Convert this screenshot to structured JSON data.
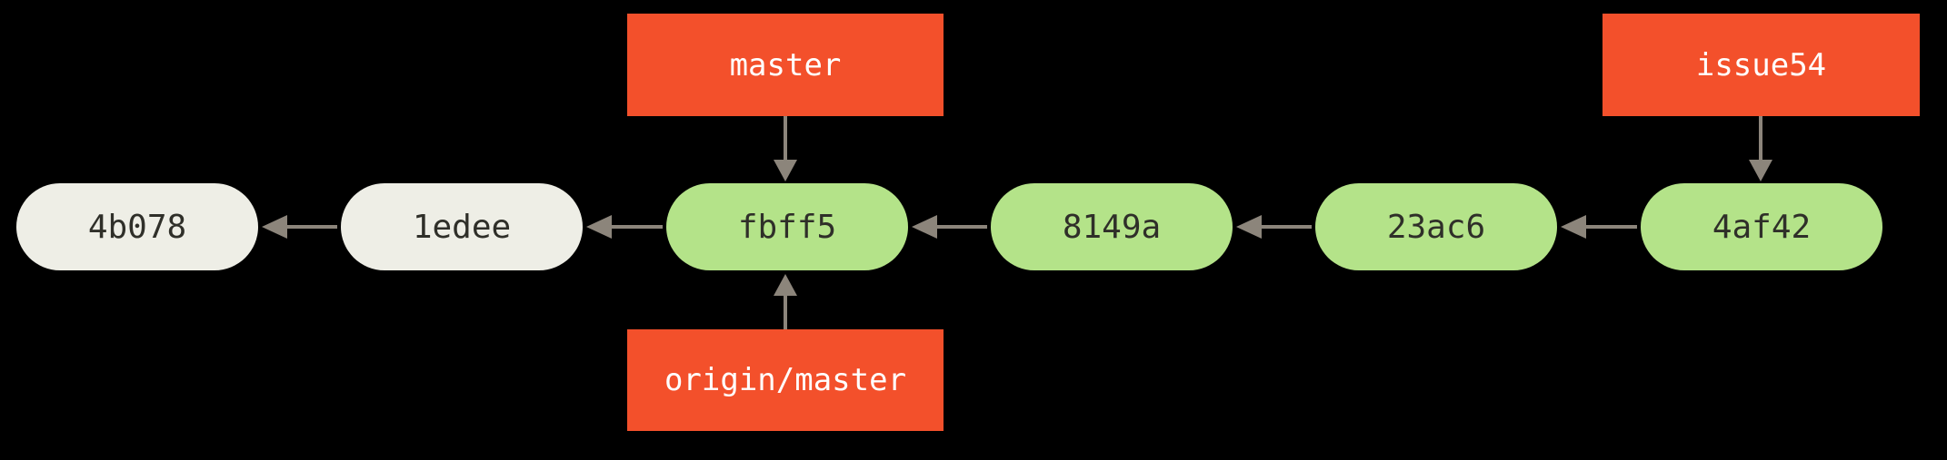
{
  "figure": {
    "description": "git commit history graph with branch references",
    "background_color": "#000000",
    "arrow_color": "#8C857B",
    "commit_text_color": "#2F2F29",
    "commit_default_bg_color": "#EEEEE6",
    "commit_highlight_bg_color": "#B4E389",
    "branch_label_bg_color": "#F3502B",
    "branch_label_text_color": "#FFFFFF",
    "commits": [
      {
        "id": "4b078",
        "style": "default"
      },
      {
        "id": "1edee",
        "style": "default"
      },
      {
        "id": "fbff5",
        "style": "highlight"
      },
      {
        "id": "8149a",
        "style": "highlight"
      },
      {
        "id": "23ac6",
        "style": "highlight"
      },
      {
        "id": "4af42",
        "style": "highlight"
      }
    ],
    "edges": [
      {
        "from": "1edee",
        "to": "4b078"
      },
      {
        "from": "fbff5",
        "to": "1edee"
      },
      {
        "from": "8149a",
        "to": "fbff5"
      },
      {
        "from": "23ac6",
        "to": "8149a"
      },
      {
        "from": "4af42",
        "to": "23ac6"
      }
    ],
    "branches": [
      {
        "name": "master",
        "points_to": "fbff5",
        "position": "above"
      },
      {
        "name": "origin/master",
        "points_to": "fbff5",
        "position": "below"
      },
      {
        "name": "issue54",
        "points_to": "4af42",
        "position": "above"
      }
    ]
  }
}
